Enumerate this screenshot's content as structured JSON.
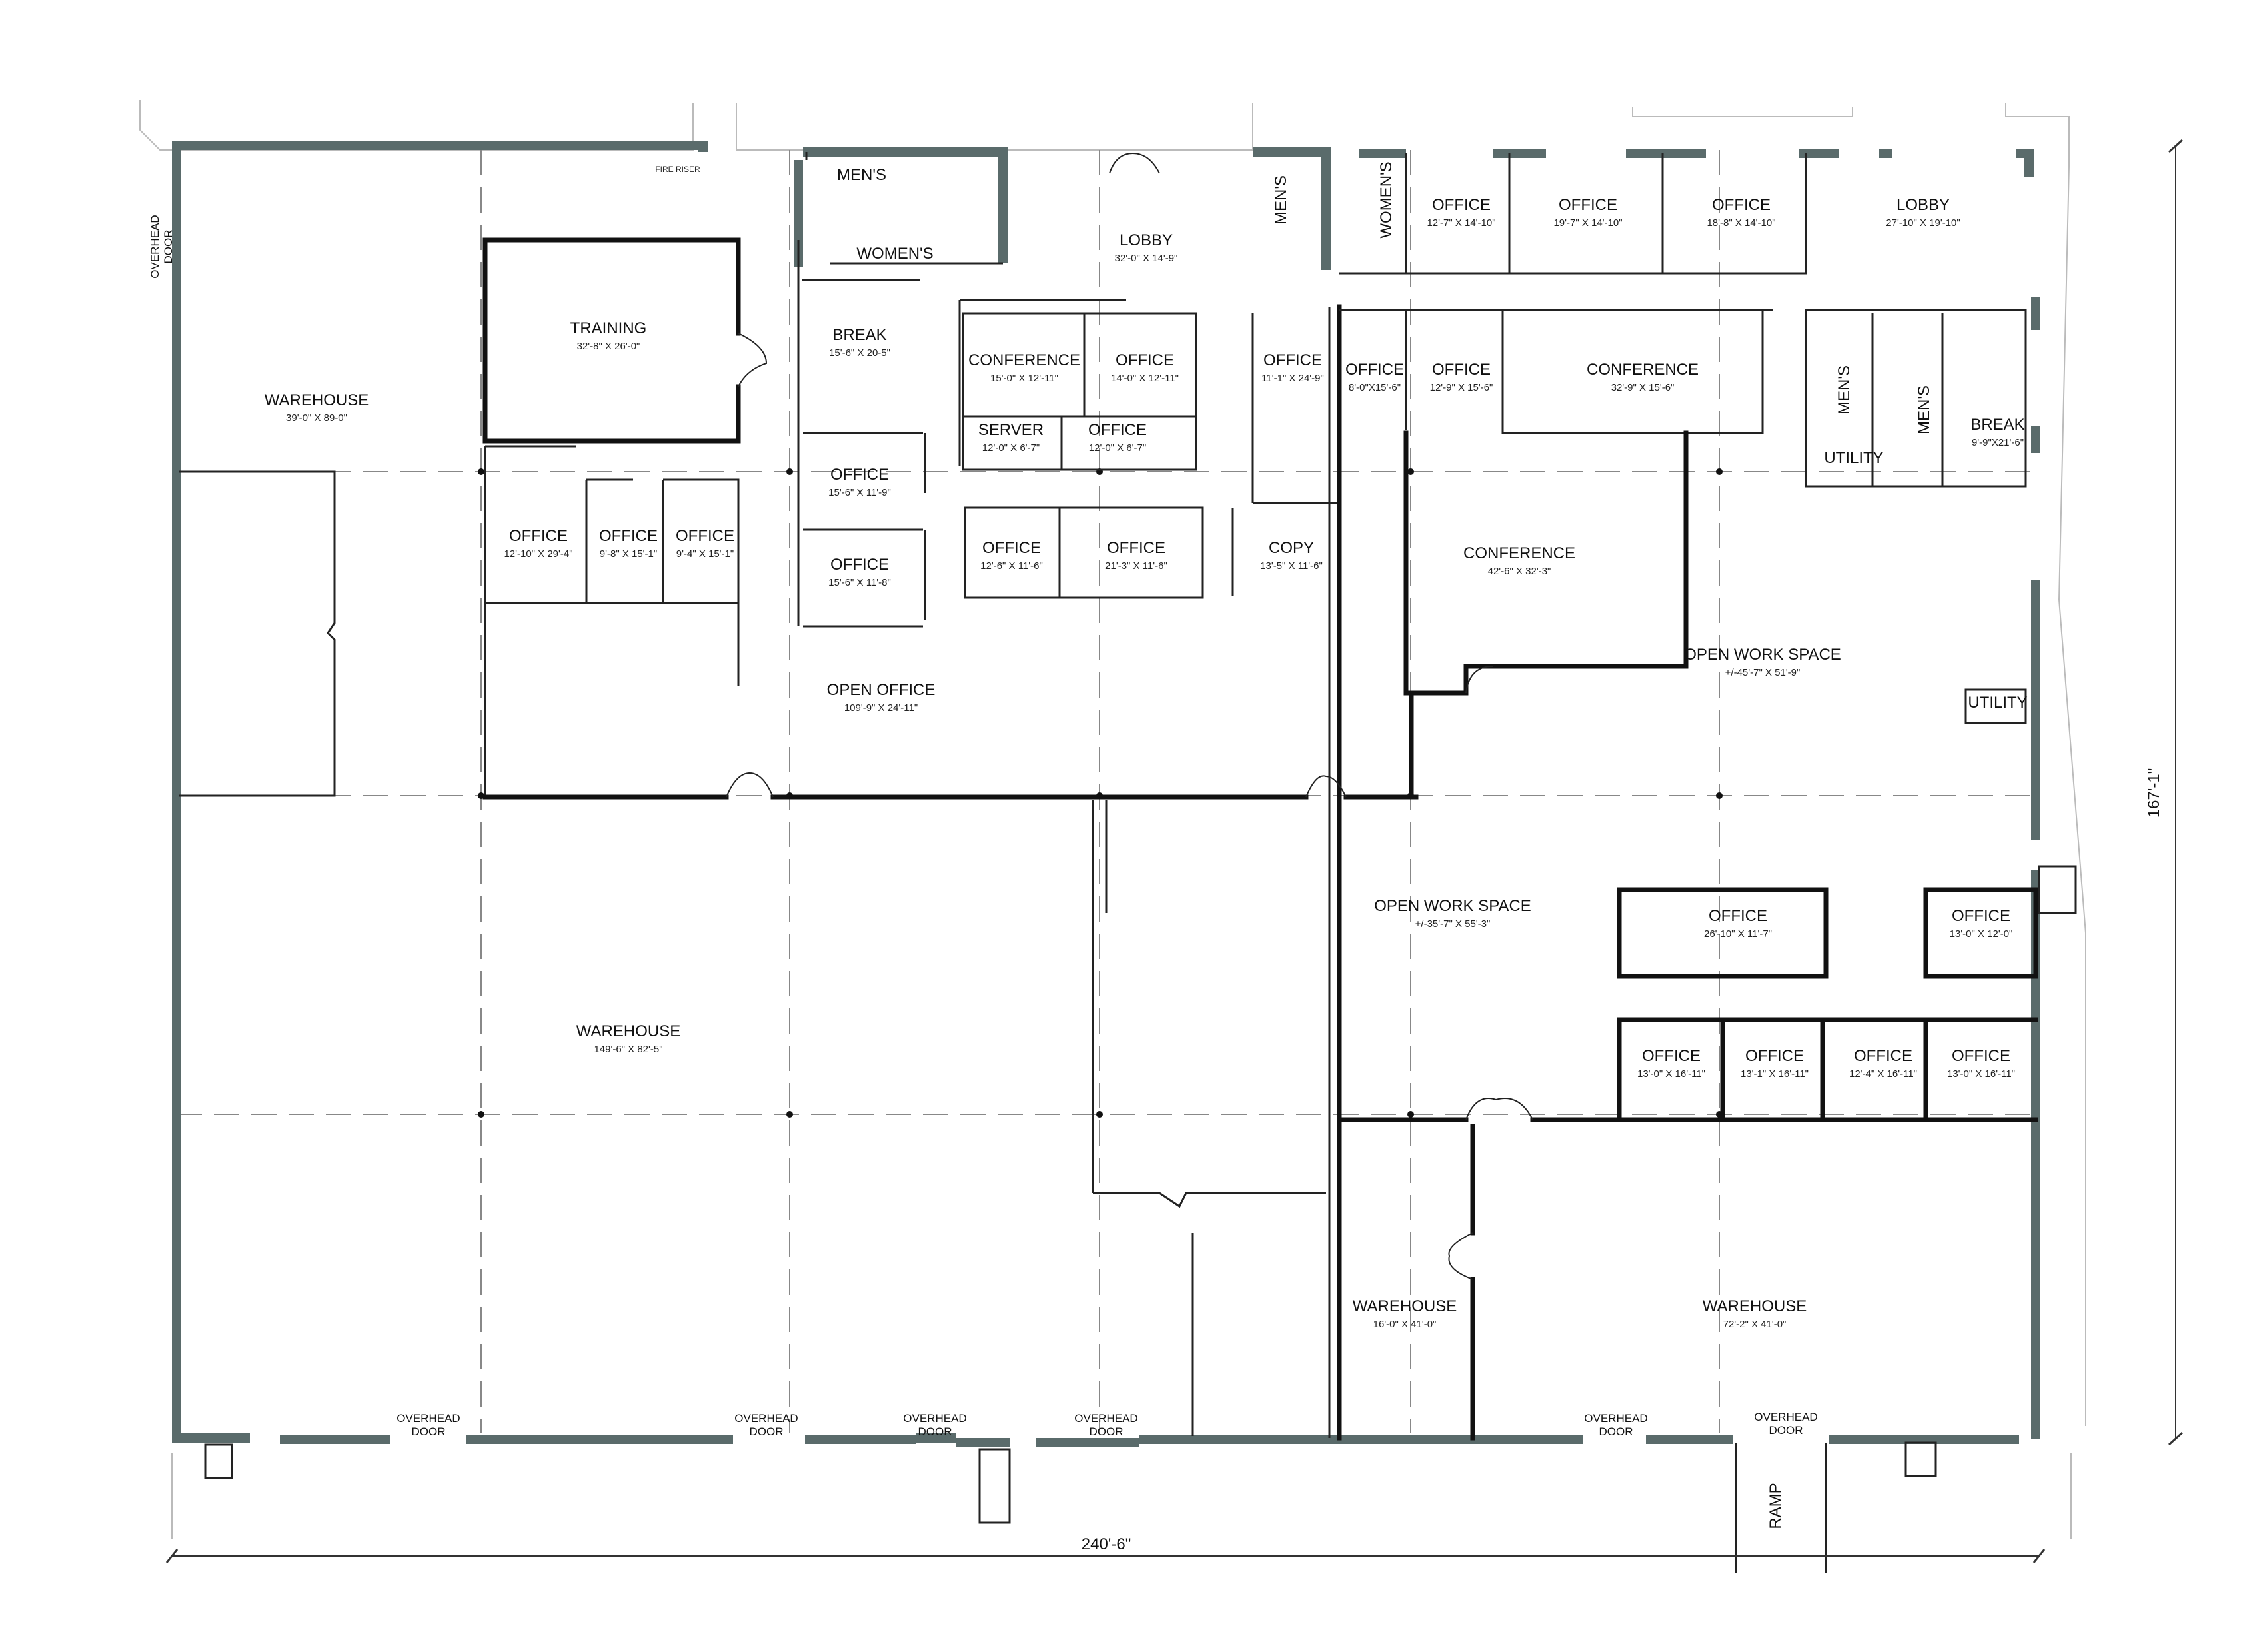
{
  "rooms": [
    {
      "id": "warehouse-west",
      "name": "WAREHOUSE",
      "dims": "39'-0\" X 89-0\""
    },
    {
      "id": "training",
      "name": "TRAINING",
      "dims": "32'-8\" X 26'-0\""
    },
    {
      "id": "mens-1",
      "name": "MEN'S",
      "dims": ""
    },
    {
      "id": "womens-1",
      "name": "WOMEN'S",
      "dims": ""
    },
    {
      "id": "lobby-1",
      "name": "LOBBY",
      "dims": "32'-0\" X 14'-9\""
    },
    {
      "id": "break-1",
      "name": "BREAK",
      "dims": "15'-6\" X 20-5\""
    },
    {
      "id": "conference-1",
      "name": "CONFERENCE",
      "dims": "15'-0\" X 12'-11\""
    },
    {
      "id": "office-a",
      "name": "OFFICE",
      "dims": "14'-0\" X 12'-11\""
    },
    {
      "id": "office-b",
      "name": "OFFICE",
      "dims": "11'-1\" X 24'-9\""
    },
    {
      "id": "server",
      "name": "SERVER",
      "dims": "12'-0\" X 6'-7\""
    },
    {
      "id": "office-c",
      "name": "OFFICE",
      "dims": "12'-0\" X 6'-7\""
    },
    {
      "id": "office-d",
      "name": "OFFICE",
      "dims": "15'-6\" X 11'-9\""
    },
    {
      "id": "office-e",
      "name": "OFFICE",
      "dims": "15'-6\" X 11'-8\""
    },
    {
      "id": "office-f",
      "name": "OFFICE",
      "dims": "12'-10\" X 29'-4\""
    },
    {
      "id": "office-g",
      "name": "OFFICE",
      "dims": "9'-8\" X 15'-1\""
    },
    {
      "id": "office-h",
      "name": "OFFICE",
      "dims": "9'-4\" X 15'-1\""
    },
    {
      "id": "office-i",
      "name": "OFFICE",
      "dims": "12'-6\" X 11'-6\""
    },
    {
      "id": "office-j",
      "name": "OFFICE",
      "dims": "21'-3\" X 11'-6\""
    },
    {
      "id": "copy",
      "name": "COPY",
      "dims": "13'-5\" X 11'-6\""
    },
    {
      "id": "open-office",
      "name": "OPEN OFFICE",
      "dims": "109'-9\" X 24'-11\""
    },
    {
      "id": "mens-2",
      "name": "MEN'S",
      "dims": ""
    },
    {
      "id": "womens-2",
      "name": "WOMEN'S",
      "dims": ""
    },
    {
      "id": "office-k",
      "name": "OFFICE",
      "dims": "12'-7\" X 14'-10\""
    },
    {
      "id": "office-l",
      "name": "OFFICE",
      "dims": "19'-7\" X 14'-10\""
    },
    {
      "id": "office-m",
      "name": "OFFICE",
      "dims": "18'-8\" X 14'-10\""
    },
    {
      "id": "lobby-2",
      "name": "LOBBY",
      "dims": "27'-10\" X 19'-10\""
    },
    {
      "id": "office-n",
      "name": "OFFICE",
      "dims": "8'-0\"X15'-6\""
    },
    {
      "id": "office-o",
      "name": "OFFICE",
      "dims": "12'-9\" X 15'-6\""
    },
    {
      "id": "conference-2",
      "name": "CONFERENCE",
      "dims": "32'-9\" X 15'-6\""
    },
    {
      "id": "mens-3",
      "name": "MEN'S",
      "dims": ""
    },
    {
      "id": "mens-4",
      "name": "MEN'S",
      "dims": ""
    },
    {
      "id": "break-2",
      "name": "BREAK",
      "dims": "9'-9\"X21'-6\""
    },
    {
      "id": "utility-1",
      "name": "UTILITY",
      "dims": ""
    },
    {
      "id": "conference-3",
      "name": "CONFERENCE",
      "dims": "42'-6\" X 32'-3\""
    },
    {
      "id": "open-work-1",
      "name": "OPEN WORK SPACE",
      "dims": "+/-45'-7\" X 51'-9\""
    },
    {
      "id": "utility-2",
      "name": "UTILITY",
      "dims": ""
    },
    {
      "id": "warehouse-main",
      "name": "WAREHOUSE",
      "dims": "149'-6\" X 82'-5\""
    },
    {
      "id": "open-work-2",
      "name": "OPEN WORK SPACE",
      "dims": "+/-35'-7\" X 55'-3\""
    },
    {
      "id": "office-p",
      "name": "OFFICE",
      "dims": "26'-10\" X 11'-7\""
    },
    {
      "id": "office-q",
      "name": "OFFICE",
      "dims": "13'-0\" X 12'-0\""
    },
    {
      "id": "office-r",
      "name": "OFFICE",
      "dims": "13'-0\" X 16'-11\""
    },
    {
      "id": "office-s",
      "name": "OFFICE",
      "dims": "13'-1\" X 16'-11\""
    },
    {
      "id": "office-t",
      "name": "OFFICE",
      "dims": "12'-4\" X 16'-11\""
    },
    {
      "id": "office-u",
      "name": "OFFICE",
      "dims": "13'-0\" X 16'-11\""
    },
    {
      "id": "warehouse-small",
      "name": "WAREHOUSE",
      "dims": "16'-0\" X 41'-0\""
    },
    {
      "id": "warehouse-east",
      "name": "WAREHOUSE",
      "dims": "72'-2\" X 41'-0\""
    }
  ],
  "labels": {
    "fire_riser": "FIRE RISER",
    "overhead_line1": "OVERHEAD",
    "overhead_line2": "DOOR",
    "ramp": "RAMP",
    "width_dim": "240'-6\"",
    "height_dim": "167'-1\""
  }
}
